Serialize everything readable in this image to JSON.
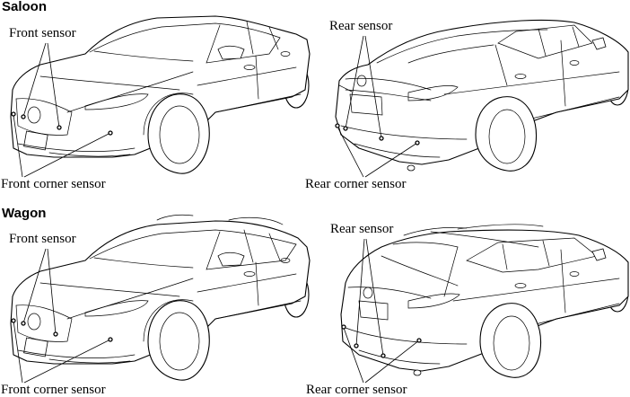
{
  "sections": [
    {
      "title": "Saloon",
      "front_view": {
        "front_sensor_label": "Front sensor",
        "front_corner_sensor_label": "Front corner sensor"
      },
      "rear_view": {
        "rear_sensor_label": "Rear sensor",
        "rear_corner_sensor_label": "Rear corner sensor"
      }
    },
    {
      "title": "Wagon",
      "front_view": {
        "front_sensor_label": "Front sensor",
        "front_corner_sensor_label": "Front corner sensor"
      },
      "rear_view": {
        "rear_sensor_label": "Rear sensor",
        "rear_corner_sensor_label": "Rear corner sensor"
      }
    }
  ]
}
